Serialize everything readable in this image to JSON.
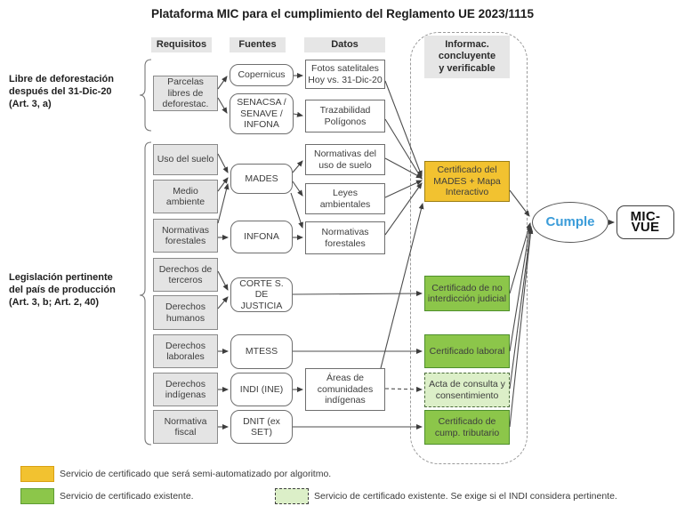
{
  "title": "Plataforma MIC para el cumplimiento del Reglamento UE 2023/1115",
  "column_headers": {
    "requisitos": "Requisitos",
    "fuentes": "Fuentes",
    "datos": "Datos",
    "informac": "Informac.\nconcluyente\ny verificable"
  },
  "group_labels": {
    "deforestacion": "Libre de deforestación\ndespués del 31-Dic-20\n(Art. 3, a)",
    "legislacion": "Legislación pertinente\ndel país de producción\n(Art. 3, b; Art. 2, 40)"
  },
  "requisitos": {
    "parcelas": "Parcelas libres de deforestac.",
    "uso_suelo": "Uso del suelo",
    "medio_ambiente": "Medio ambiente",
    "normativas_forestales": "Normativas forestales",
    "derechos_terceros": "Derechos de terceros",
    "derechos_humanos": "Derechos humanos",
    "derechos_laborales": "Derechos laborales",
    "derechos_indigenas": "Derechos indígenas",
    "normativa_fiscal": "Normativa fiscal"
  },
  "fuentes": {
    "copernicus": "Copernicus",
    "senacsa": "SENACSA /\nSENAVE /\nINFONA",
    "mades": "MADES",
    "infona": "INFONA",
    "corte": "CORTE S. DE JUSTICIA",
    "mtess": "MTESS",
    "indi": "INDI (INE)",
    "dnit": "DNIT (ex SET)"
  },
  "datos": {
    "fotos": "Fotos satelitales\nHoy vs. 31-Dic-20",
    "trazabilidad": "Trazabilidad\nPolígonos",
    "normativas_uso": "Normativas del uso de suelo",
    "leyes": "Leyes ambientales",
    "normativas_forestales": "Normativas forestales",
    "areas": "Áreas de\ncomunidades\nindígenas"
  },
  "certificados": {
    "mades_mapa": "Certificado del MADES + Mapa Interactivo",
    "no_interdiccion": "Certificado de no interdicción judicial",
    "laboral": "Certificado laboral",
    "acta": "Acta de consulta y consentimiento",
    "tributario": "Certificado de cump.  tributario"
  },
  "outcome": {
    "cumple": "Cumple",
    "mic_vue": "MIC-VUE"
  },
  "legend": [
    {
      "swatch": "yellow-swatch",
      "text": "Servicio de certificado que será semi-automatizado por algoritmo."
    },
    {
      "swatch": "green-swatch",
      "text": "Servicio de certificado existente."
    },
    {
      "swatch": "light-green-dashed-swatch",
      "text": "Servicio de certificado existente. Se exige si el INDI considera pertinente."
    }
  ],
  "colors": {
    "yellow": "#F2C230",
    "green": "#8CC64A",
    "light_green": "#DCEFC8",
    "blue": "#3B9CD9"
  }
}
